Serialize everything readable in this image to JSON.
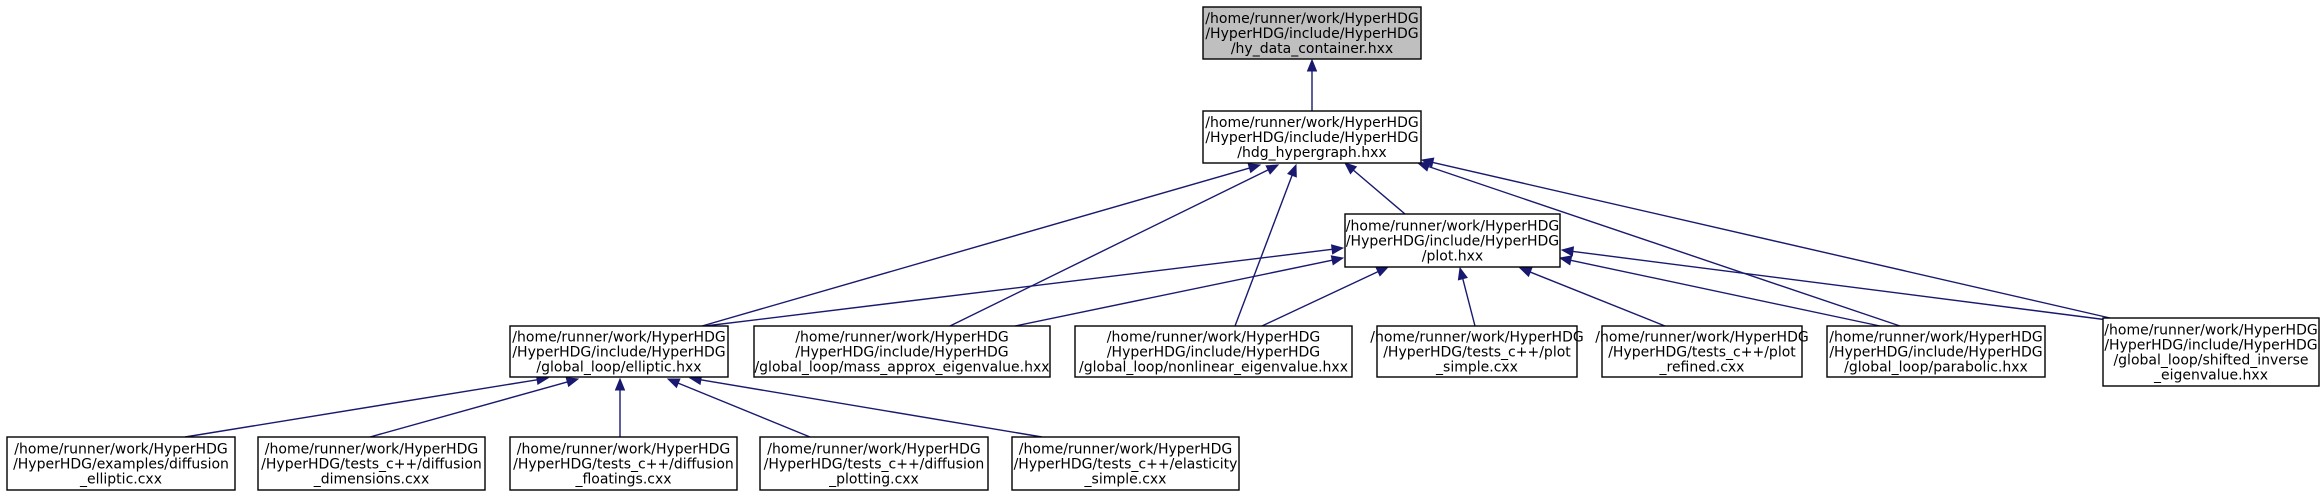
{
  "graph": {
    "nodes": [
      {
        "id": "n_root",
        "lines": [
          "/home/runner/work/HyperHDG",
          "/HyperHDG/include/HyperHDG",
          "/hy_data_container.hxx"
        ]
      },
      {
        "id": "n_hdg",
        "lines": [
          "/home/runner/work/HyperHDG",
          "/HyperHDG/include/HyperHDG",
          "/hdg_hypergraph.hxx"
        ]
      },
      {
        "id": "n_plot",
        "lines": [
          "/home/runner/work/HyperHDG",
          "/HyperHDG/include/HyperHDG",
          "/plot.hxx"
        ]
      },
      {
        "id": "n_elliptic",
        "lines": [
          "/home/runner/work/HyperHDG",
          "/HyperHDG/include/HyperHDG",
          "/global_loop/elliptic.hxx"
        ]
      },
      {
        "id": "n_mass",
        "lines": [
          "/home/runner/work/HyperHDG",
          "/HyperHDG/include/HyperHDG",
          "/global_loop/mass_approx_eigenvalue.hxx"
        ]
      },
      {
        "id": "n_nonlin",
        "lines": [
          "/home/runner/work/HyperHDG",
          "/HyperHDG/include/HyperHDG",
          "/global_loop/nonlinear_eigenvalue.hxx"
        ]
      },
      {
        "id": "n_plot_simple",
        "lines": [
          "/home/runner/work/HyperHDG",
          "/HyperHDG/tests_c++/plot",
          "_simple.cxx"
        ]
      },
      {
        "id": "n_plot_refined",
        "lines": [
          "/home/runner/work/HyperHDG",
          "/HyperHDG/tests_c++/plot",
          "_refined.cxx"
        ]
      },
      {
        "id": "n_parabolic",
        "lines": [
          "/home/runner/work/HyperHDG",
          "/HyperHDG/include/HyperHDG",
          "/global_loop/parabolic.hxx"
        ]
      },
      {
        "id": "n_shifted",
        "lines": [
          "/home/runner/work/HyperHDG",
          "/HyperHDG/include/HyperHDG",
          "/global_loop/shifted_inverse",
          "_eigenvalue.hxx"
        ]
      },
      {
        "id": "n_ex_diff",
        "lines": [
          "/home/runner/work/HyperHDG",
          "/HyperHDG/examples/diffusion",
          "_elliptic.cxx"
        ]
      },
      {
        "id": "n_diff_dim",
        "lines": [
          "/home/runner/work/HyperHDG",
          "/HyperHDG/tests_c++/diffusion",
          "_dimensions.cxx"
        ]
      },
      {
        "id": "n_diff_float",
        "lines": [
          "/home/runner/work/HyperHDG",
          "/HyperHDG/tests_c++/diffusion",
          "_floatings.cxx"
        ]
      },
      {
        "id": "n_diff_plot",
        "lines": [
          "/home/runner/work/HyperHDG",
          "/HyperHDG/tests_c++/diffusion",
          "_plotting.cxx"
        ]
      },
      {
        "id": "n_elast",
        "lines": [
          "/home/runner/work/HyperHDG",
          "/HyperHDG/tests_c++/elasticity",
          "_simple.cxx"
        ]
      }
    ],
    "edges": [
      {
        "from": "n_hdg",
        "to": "n_root"
      },
      {
        "from": "n_plot",
        "to": "n_hdg"
      },
      {
        "from": "n_elliptic",
        "to": "n_hdg"
      },
      {
        "from": "n_mass",
        "to": "n_hdg"
      },
      {
        "from": "n_nonlin",
        "to": "n_hdg"
      },
      {
        "from": "n_parabolic",
        "to": "n_hdg"
      },
      {
        "from": "n_shifted",
        "to": "n_hdg"
      },
      {
        "from": "n_elliptic",
        "to": "n_plot"
      },
      {
        "from": "n_mass",
        "to": "n_plot"
      },
      {
        "from": "n_nonlin",
        "to": "n_plot"
      },
      {
        "from": "n_plot_simple",
        "to": "n_plot"
      },
      {
        "from": "n_plot_refined",
        "to": "n_plot"
      },
      {
        "from": "n_parabolic",
        "to": "n_plot"
      },
      {
        "from": "n_shifted",
        "to": "n_plot"
      },
      {
        "from": "n_ex_diff",
        "to": "n_elliptic"
      },
      {
        "from": "n_diff_dim",
        "to": "n_elliptic"
      },
      {
        "from": "n_diff_float",
        "to": "n_elliptic"
      },
      {
        "from": "n_diff_plot",
        "to": "n_elliptic"
      },
      {
        "from": "n_elast",
        "to": "n_elliptic"
      }
    ],
    "root_fill": "#bfbfbf",
    "edge_color": "#191970"
  }
}
